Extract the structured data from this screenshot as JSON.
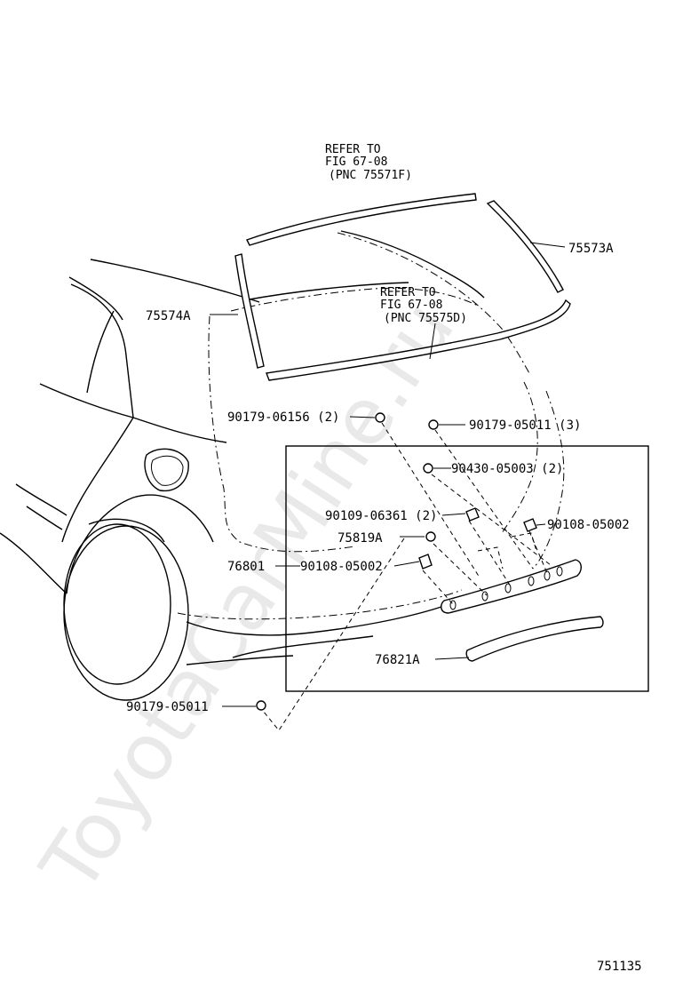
{
  "watermark": "ToyotaCarMine.ru",
  "notes": {
    "upper": [
      "REFER TO",
      "FIG 67-08",
      "(PNC 75571F)"
    ],
    "lower": [
      "REFER TO",
      "FIG 67-08",
      "(PNC 75575D)"
    ]
  },
  "parts": {
    "p75573A": "75573A",
    "p75574A": "75574A",
    "p90179_06156": "90179-06156 (2)",
    "p90179_05011_3": "90179-05011 (3)",
    "p90430_05003": "90430-05003 (2)",
    "p90109_06361": "90109-06361 (2)",
    "p90108_05002_r": "90108-05002",
    "p75819A": "75819A",
    "p76801": "76801",
    "p90108_05002_l": "90108-05002",
    "p76821A": "76821A",
    "p90179_05011": "90179-05011"
  },
  "figure_number": "751135"
}
